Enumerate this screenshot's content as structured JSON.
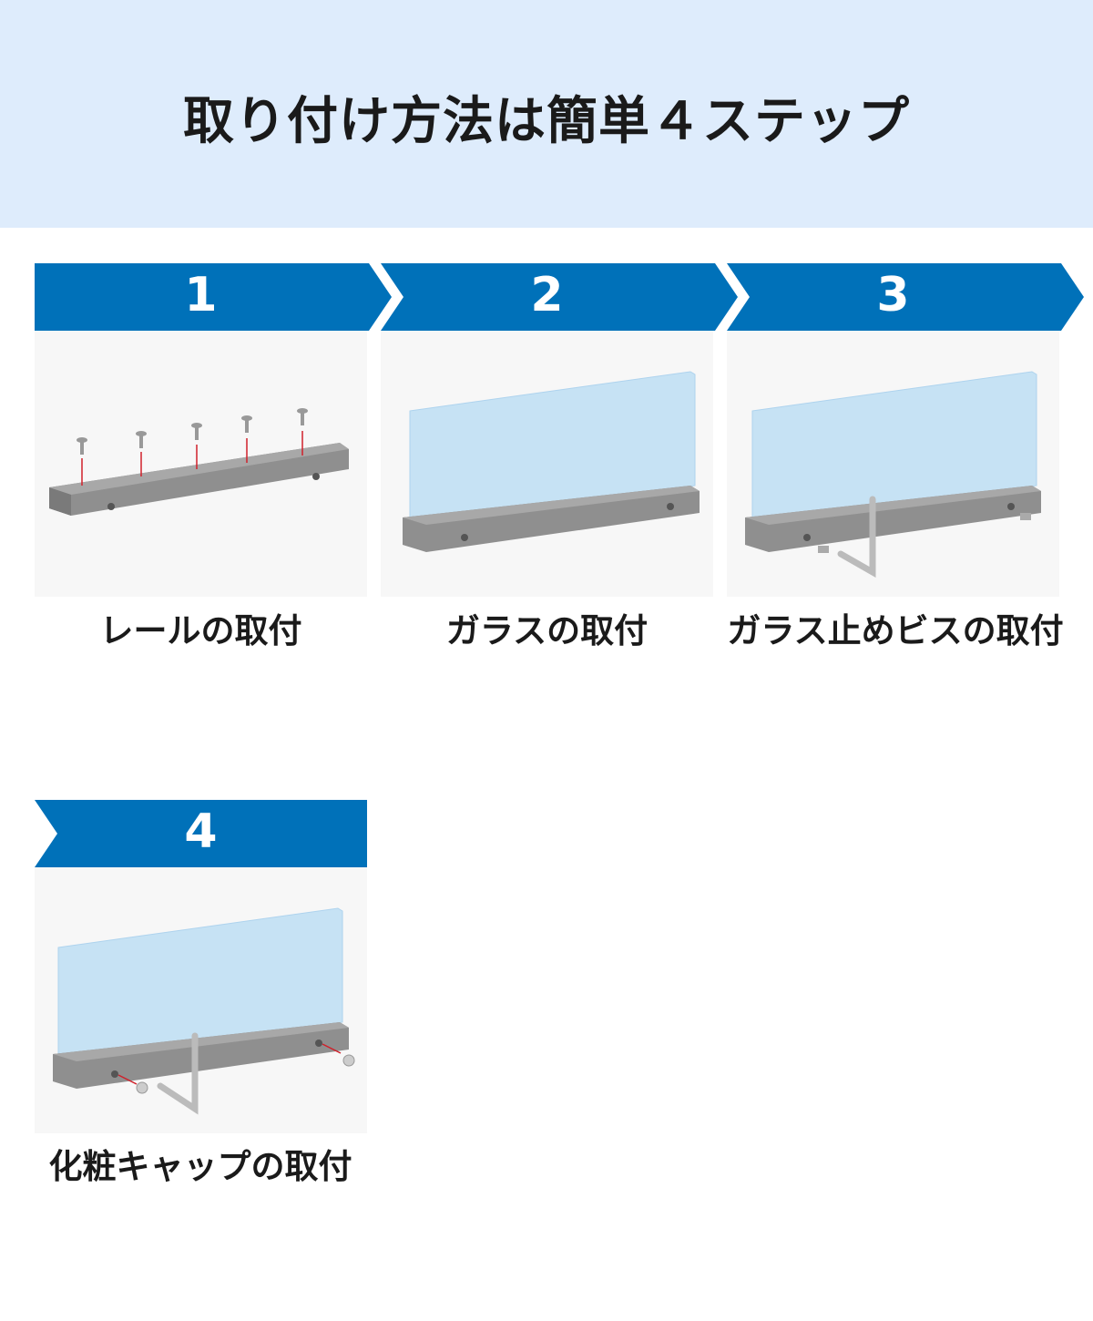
{
  "title": "取り付け方法は簡単４ステップ",
  "colors": {
    "banner": "#deecfc",
    "step_header": "#0071b9",
    "panel": "#f7f7f7",
    "glass": "#c6e2f4",
    "rail": "#8a8a8a",
    "arrow": "#d0202a"
  },
  "steps": [
    {
      "number": "1",
      "label": "レールの取付"
    },
    {
      "number": "2",
      "label": "ガラスの取付"
    },
    {
      "number": "3",
      "label": "ガラス止めビスの取付"
    },
    {
      "number": "4",
      "label": "化粧キャップの取付"
    }
  ]
}
